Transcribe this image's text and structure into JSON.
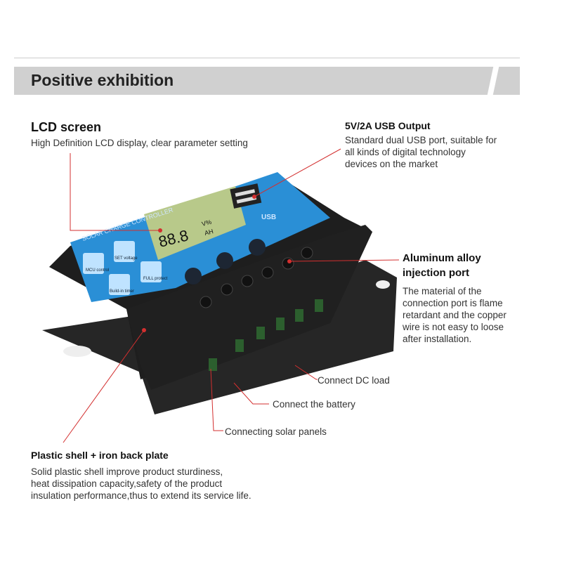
{
  "banner": {
    "title": "Positive exhibition"
  },
  "lcd": {
    "title": "LCD screen",
    "desc": "High Definition LCD display, clear parameter setting"
  },
  "usb": {
    "title": "5V/2A USB Output",
    "desc": [
      "Standard dual USB port, suitable for",
      "all kinds of digital technology",
      "devices on the market"
    ]
  },
  "port": {
    "title": [
      "Aluminum alloy",
      "injection port"
    ],
    "desc": [
      "The material of the",
      "connection port is flame",
      "retardant and the copper",
      "wire is not easy to loose",
      "after installation."
    ]
  },
  "load": "Connect DC load",
  "battery": "Connect the battery",
  "solar": "Connecting solar panels",
  "shell": {
    "title": "Plastic shell + iron back plate",
    "desc": [
      "Solid plastic shell improve product sturdiness,",
      "heat dissipation capacity,safety of the product",
      "insulation performance,thus to extend its service life."
    ]
  },
  "device": {
    "brand": "SOLAR CHARGE CONTROLLER",
    "reading": "88.8",
    "units1": "V%",
    "units2": "AH",
    "usb_label": "USB",
    "buttons": [
      "MCU control",
      "SET voltage",
      "Build-in timer",
      "FULL protect"
    ]
  },
  "colors": {
    "accent_line": "#d32f2f",
    "panel": "#2a8fd6",
    "body": "#1c1c1c"
  }
}
